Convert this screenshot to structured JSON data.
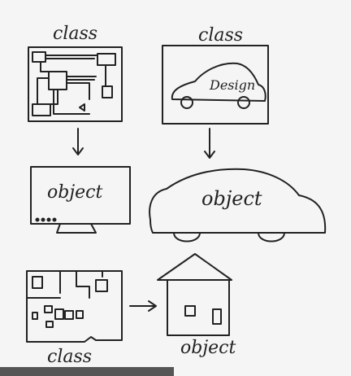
{
  "labels": {
    "class_left": "class",
    "class_right": "class",
    "design": "Design",
    "object_monitor": "object",
    "object_car": "object",
    "class_floorplan": "class",
    "object_house": "object"
  },
  "colors": {
    "ink": "#222222",
    "board": "#f5f5f5"
  }
}
